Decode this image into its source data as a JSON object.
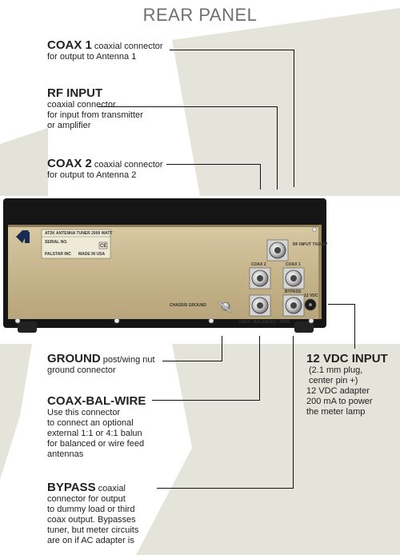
{
  "title": "REAR PANEL",
  "callouts": {
    "coax1": {
      "heading": "COAX 1",
      "inline": "coaxial connector",
      "lines": [
        "for output to Antenna 1"
      ]
    },
    "rf_input": {
      "heading": "RF INPUT",
      "inline": "",
      "lines": [
        "coaxial connector",
        "for input from transmitter",
        "or amplifier"
      ]
    },
    "coax2": {
      "heading": "COAX 2",
      "inline": "coaxial connector",
      "lines": [
        "for output to Antenna 2"
      ]
    },
    "ground": {
      "heading": "GROUND",
      "inline": "post/wing nut",
      "lines": [
        "ground connector"
      ]
    },
    "coax_bal_wire": {
      "heading": "COAX-BAL-WIRE",
      "inline": "",
      "lines": [
        "Use this connector",
        "to connect an optional",
        "external 1:1 or 4:1 balun",
        "for balanced or wire feed",
        "antennas"
      ]
    },
    "bypass": {
      "heading": "BYPASS",
      "inline": "coaxial",
      "lines": [
        "connector for output",
        "to dummy load or third",
        "coax output. Bypasses",
        "tuner, but meter circuits",
        "are on if AC adapter is"
      ]
    },
    "vdc": {
      "heading": "12 VDC INPUT",
      "inline": "",
      "lines": [
        "(2.1 mm plug,",
        "center pin +)",
        "12 VDC adapter",
        "200 mA to power",
        "the meter lamp"
      ]
    }
  },
  "panel": {
    "model": "AT2K ANTENNA TUNER 2000 WATT",
    "serial": "SERIAL NO.",
    "brand": "PALSTAR INC",
    "made": "MADE IN USA",
    "ce": "CE",
    "rf_input_tiny": "RF INPUT TX/AMP",
    "coax2_tiny": "COAX 2",
    "coax1_tiny": "COAX 1",
    "bypass_tiny": "BYPASS",
    "chassis_ground": "CHASSIS GROUND",
    "bottom_label": "COAX - BALANCED - WIRE",
    "vdc_tiny": "12 VDC"
  },
  "colors": {
    "panel_gold": "#cbb991",
    "case_black": "#151515",
    "shadow_bg": "#dcdcd2",
    "title_gray": "#6f6f6f"
  }
}
